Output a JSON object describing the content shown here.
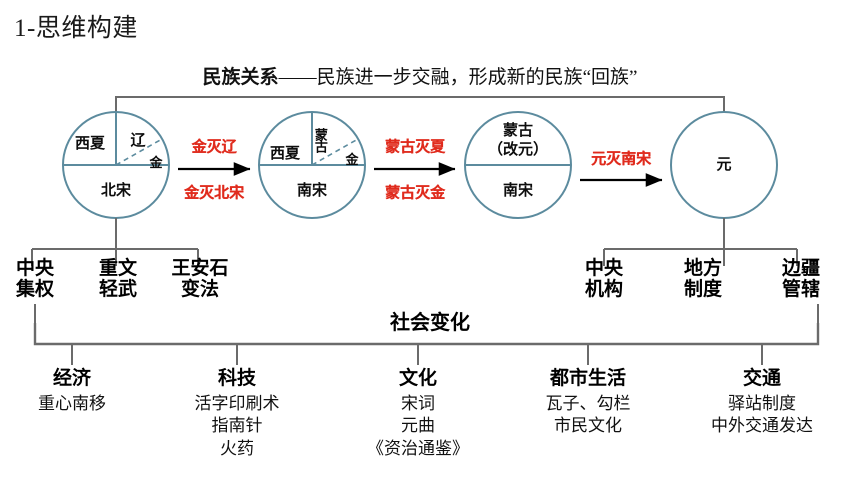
{
  "page": {
    "title": "1-思维构建",
    "accent_circle": "#5c8b9e",
    "accent_red": "#e02b1d",
    "line_gray": "#6b6b6b"
  },
  "header": {
    "strong": "民族关系",
    "rest": "——民族进一步交融，形成新的民族“回族”"
  },
  "circles": [
    {
      "name": "circle-song-liao",
      "labels": {
        "left": "西夏",
        "top_right": "辽",
        "wedge": "金",
        "bottom": "北宋"
      }
    },
    {
      "name": "circle-mongol-jin",
      "labels": {
        "left": "西夏",
        "top_right": "蒙古",
        "wedge": "金",
        "bottom": "南宋"
      }
    },
    {
      "name": "circle-yuan-southern-song",
      "labels": {
        "top": "蒙古\n（改元）",
        "top_line1": "蒙古",
        "top_line2": "（改元）",
        "bottom": "南宋"
      }
    },
    {
      "name": "circle-yuan",
      "labels": {
        "center": "元"
      }
    }
  ],
  "arrows": [
    {
      "name": "arrow-1",
      "above": "金灭辽",
      "below": "金灭北宋"
    },
    {
      "name": "arrow-2",
      "above": "蒙古灭夏",
      "below": "蒙古灭金"
    },
    {
      "name": "arrow-3",
      "above": "元灭南宋",
      "below": ""
    }
  ],
  "left_branches": [
    {
      "line1": "中央",
      "line2": "集权"
    },
    {
      "line1": "重文",
      "line2": "轻武"
    },
    {
      "line1": "王安石",
      "line2": "变法"
    }
  ],
  "right_branches": [
    {
      "line1": "中央",
      "line2": "机构"
    },
    {
      "line1": "地方",
      "line2": "制度"
    },
    {
      "line1": "边疆",
      "line2": "管辖"
    }
  ],
  "society": {
    "heading": "社会变化",
    "columns": [
      {
        "title": "经济",
        "items": [
          "重心南移"
        ]
      },
      {
        "title": "科技",
        "items": [
          "活字印刷术",
          "指南针",
          "火药"
        ]
      },
      {
        "title": "文化",
        "items": [
          "宋词",
          "元曲",
          "《资治通鉴》"
        ]
      },
      {
        "title": "都市生活",
        "items": [
          "瓦子、勾栏",
          "市民文化"
        ]
      },
      {
        "title": "交通",
        "items": [
          "驿站制度",
          "中外交通发达"
        ]
      }
    ]
  }
}
